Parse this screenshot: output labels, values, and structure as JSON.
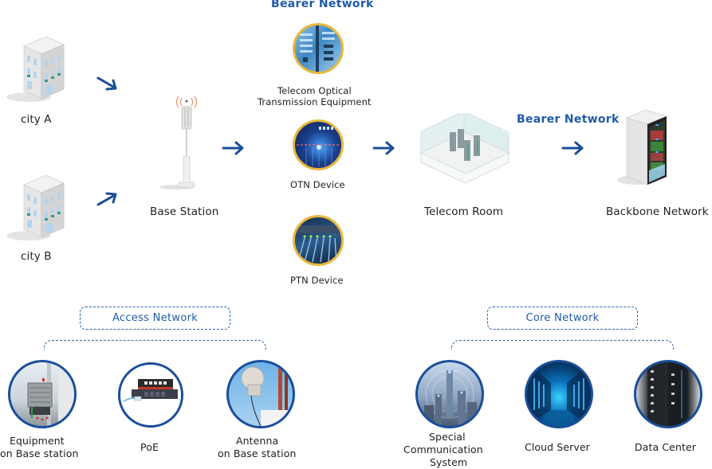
{
  "headings": {
    "bearer_network_top": "Bearer Network",
    "bearer_network_right": "Bearer Network"
  },
  "flow": {
    "city_a": "city A",
    "city_b": "city B",
    "base_station": "Base Station",
    "telecom_optical_line1": "Telecom Optical",
    "telecom_optical_line2": "Transmission Equipment",
    "otn_device": "OTN Device",
    "ptn_device": "PTN Device",
    "telecom_room": "Telecom Room",
    "backbone_network": "Backbone Network"
  },
  "access_network": {
    "title": "Access Network",
    "items": [
      {
        "line1": "Equipment",
        "line2": "on Base station",
        "icon": "outdoor-equipment-photo"
      },
      {
        "line1": "PoE",
        "line2": "",
        "icon": "poe-switch-photo"
      },
      {
        "line1": "Antenna",
        "line2": "on Base station",
        "icon": "microwave-antenna-photo"
      }
    ]
  },
  "core_network": {
    "title": "Core Network",
    "items": [
      {
        "line1": "Special",
        "line2": "Communication",
        "line3": "System",
        "icon": "city-skyline-photo"
      },
      {
        "line1": "Cloud Server",
        "icon": "server-aisle-photo"
      },
      {
        "line1": "Data Center",
        "icon": "server-rack-photo"
      }
    ]
  },
  "colors": {
    "accent_blue": "#1f5aa8",
    "arrow_blue": "#1a4e9a",
    "gold_ring": "#e8b73a",
    "antenna_signal": "#f08060"
  }
}
